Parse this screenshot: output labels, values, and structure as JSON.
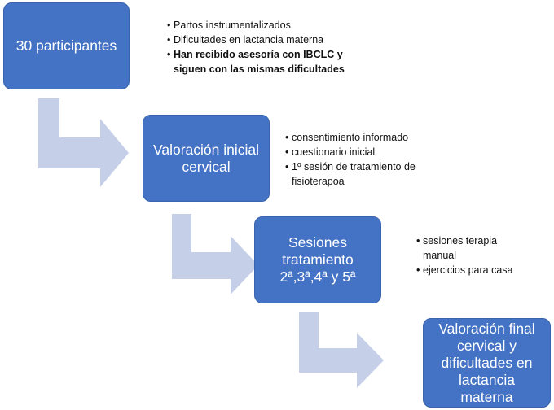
{
  "colors": {
    "box_fill": "#4472c4",
    "arrow_fill": "#c5cfe8",
    "text": "#111111"
  },
  "steps": [
    {
      "label": "30 participantes",
      "notes": [
        {
          "text": "Partos instrumentalizados",
          "bold": false
        },
        {
          "text": "Dificultades en lactancia materna",
          "bold": false
        },
        {
          "text": "Han recibido asesoría con IBCLC y siguen con las mismas dificultades",
          "bold": true
        }
      ]
    },
    {
      "label": "Valoración inicial cervical",
      "notes": [
        {
          "text": "consentimiento informado",
          "bold": false
        },
        {
          "text": "cuestionario inicial",
          "bold": false
        },
        {
          "text": "1º sesión de tratamiento de fisioterapoa",
          "bold": false
        }
      ]
    },
    {
      "label": "Sesiones tratamiento 2ª,3ª,4ª y 5ª",
      "notes": [
        {
          "text": "sesiones terapia manual",
          "bold": false
        },
        {
          "text": "ejercicios para casa",
          "bold": false
        }
      ]
    },
    {
      "label": "Valoración final cervical y dificultades en lactancia materna",
      "notes": []
    }
  ]
}
